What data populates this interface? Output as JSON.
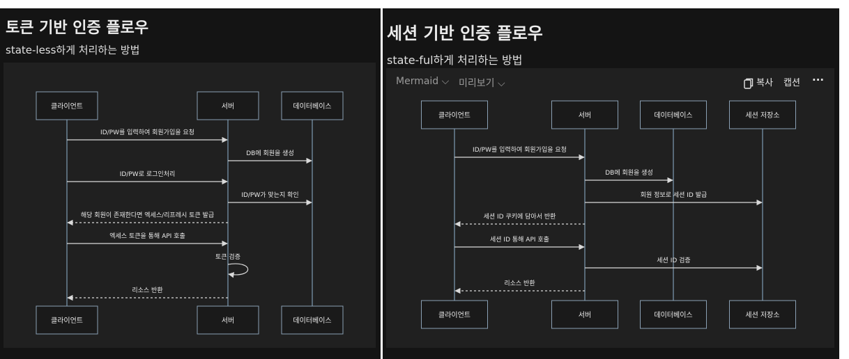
{
  "left": {
    "title": "토큰 기반 인증 플로우",
    "subtitle": "state-less하게 처리하는 방법",
    "participants": [
      "클라이언트",
      "서버",
      "데이터베이스"
    ],
    "messages": [
      {
        "from": 0,
        "to": 1,
        "label": "ID/PW를 입력하여 회원가입을 요청",
        "style": "solid"
      },
      {
        "from": 1,
        "to": 2,
        "label": "DB에 회원을 생성",
        "style": "solid"
      },
      {
        "from": 0,
        "to": 1,
        "label": "ID/PW로 로그인처리",
        "style": "solid"
      },
      {
        "from": 1,
        "to": 2,
        "label": "ID/PW가 맞는지 확인",
        "style": "solid"
      },
      {
        "from": 1,
        "to": 0,
        "label": "해당 회원이 존재한다면 엑세스/리프레시 토큰 발급",
        "style": "dashed"
      },
      {
        "from": 0,
        "to": 1,
        "label": "엑세스 토큰을 통해 API 호출",
        "style": "solid"
      },
      {
        "from": 1,
        "to": 1,
        "label": "토큰 검증",
        "style": "solid"
      },
      {
        "from": 1,
        "to": 0,
        "label": "리소스 반환",
        "style": "dashed"
      }
    ]
  },
  "right": {
    "title": "세션 기반 인증 플로우",
    "subtitle": "state-ful하게 처리하는 방법",
    "toolbar": {
      "language": "Mermaid",
      "preview": "미리보기",
      "copy": "복사",
      "caption": "캡션",
      "more": "···"
    },
    "participants": [
      "클라이언트",
      "서버",
      "데이터베이스",
      "세션 저장소"
    ],
    "messages": [
      {
        "from": 0,
        "to": 1,
        "label": "ID/PW를 입력하여 회원가입을 요청",
        "style": "solid"
      },
      {
        "from": 1,
        "to": 2,
        "label": "DB에 회원을 생성",
        "style": "solid"
      },
      {
        "from": 1,
        "to": 3,
        "label": "회원 정보로 세션 ID 발급",
        "style": "solid"
      },
      {
        "from": 1,
        "to": 0,
        "label": "세션 ID 쿠키에 담아서 반환",
        "style": "dashed"
      },
      {
        "from": 0,
        "to": 1,
        "label": "세션 ID 통해 API 호출",
        "style": "solid"
      },
      {
        "from": 1,
        "to": 3,
        "label": "세션 ID 검증",
        "style": "solid"
      },
      {
        "from": 1,
        "to": 0,
        "label": "리소스 반환",
        "style": "dashed"
      }
    ]
  },
  "colors": {
    "page_bg": "#ffffff",
    "panel_bg": "#141414",
    "block_bg": "#202020",
    "box_stroke": "#8aa0b4",
    "lifeline": "#8fb4cf",
    "arrow": "#d9d9d9",
    "text": "#e8e8e8"
  }
}
